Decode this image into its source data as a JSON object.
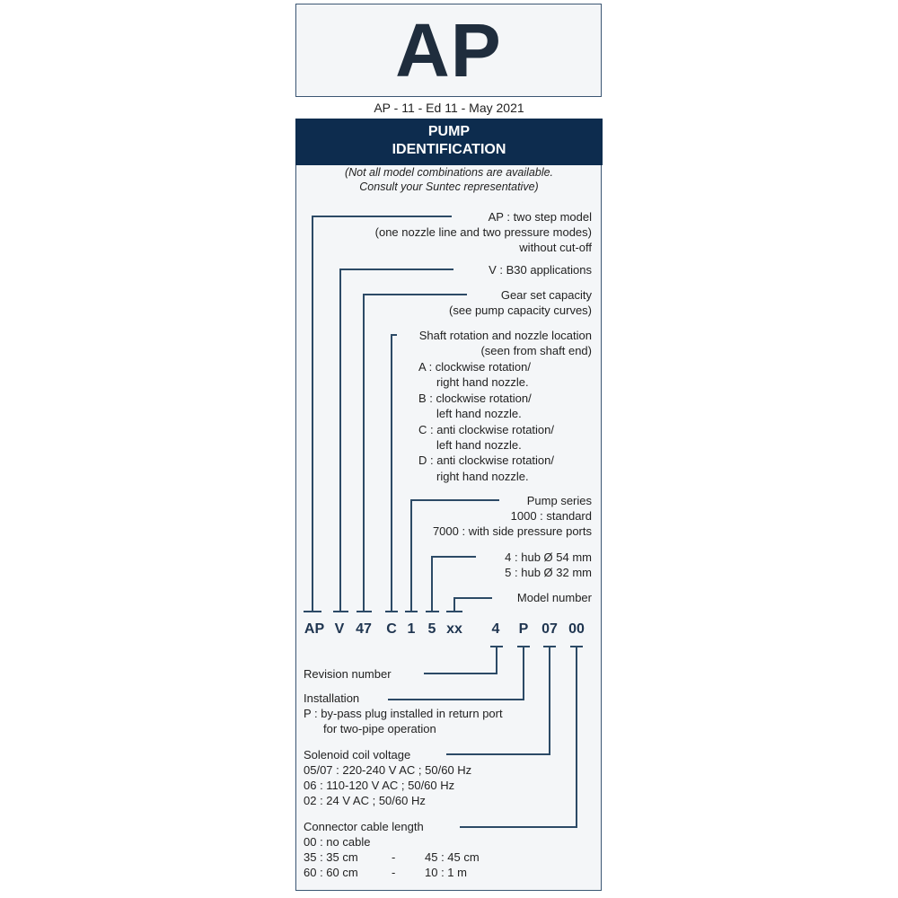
{
  "title": "AP",
  "edition": "AP - 11 - Ed 11 - May 2021",
  "header": {
    "line1": "PUMP",
    "line2": "IDENTIFICATION"
  },
  "note": {
    "line1": "(Not all model combinations are available.",
    "line2": "Consult your Suntec representative)"
  },
  "upper": {
    "ap": [
      "AP : two step model",
      "(one nozzle line and two pressure modes)",
      "without cut-off"
    ],
    "v": [
      "V : B30 applications"
    ],
    "gear": [
      "Gear set capacity",
      "(see pump capacity curves)"
    ],
    "shaft": [
      "Shaft rotation and nozzle location",
      "(seen from shaft end)"
    ],
    "shaft_options": [
      "A : clockwise rotation/",
      "right hand nozzle.",
      "B : clockwise rotation/",
      "left hand nozzle.",
      "C : anti clockwise rotation/",
      "left hand nozzle.",
      "D : anti clockwise rotation/",
      "right hand nozzle."
    ],
    "series": [
      "Pump series",
      "1000 : standard",
      "7000 : with side pressure ports"
    ],
    "hub": [
      "4 : hub Ø 54 mm",
      "5 : hub Ø 32 mm"
    ],
    "model": [
      "Model number"
    ]
  },
  "codes": [
    "AP",
    "V",
    "47",
    "C",
    "1",
    "5",
    "xx",
    "4",
    "P",
    "07",
    "00"
  ],
  "lower": {
    "revision": "Revision number",
    "installation": [
      "Installation",
      "P :  by-pass plug installed in return port",
      "for two-pipe operation"
    ],
    "solenoid": [
      "Solenoid coil voltage",
      "05/07 : 220-240 V AC ; 50/60 Hz",
      "06 : 110-120 V AC ; 50/60 Hz",
      "02 : 24 V AC ; 50/60 Hz"
    ],
    "cable": [
      "Connector cable length",
      "00 : no cable",
      "35 : 35 cm",
      "-",
      "45 : 45 cm",
      "60 : 60 cm",
      "-",
      "10 : 1 m"
    ]
  }
}
